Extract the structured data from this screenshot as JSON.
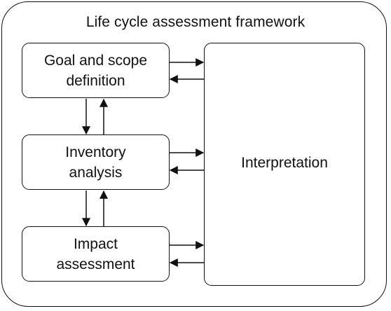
{
  "title": "Life cycle assessment framework",
  "boxes": {
    "goal": "Goal and scope\ndefinition",
    "inventory": "Inventory\nanalysis",
    "impact": "Impact\nassessment",
    "interpretation": "Interpretation"
  },
  "colors": {
    "stroke": "#111111",
    "background": "#ffffff"
  }
}
